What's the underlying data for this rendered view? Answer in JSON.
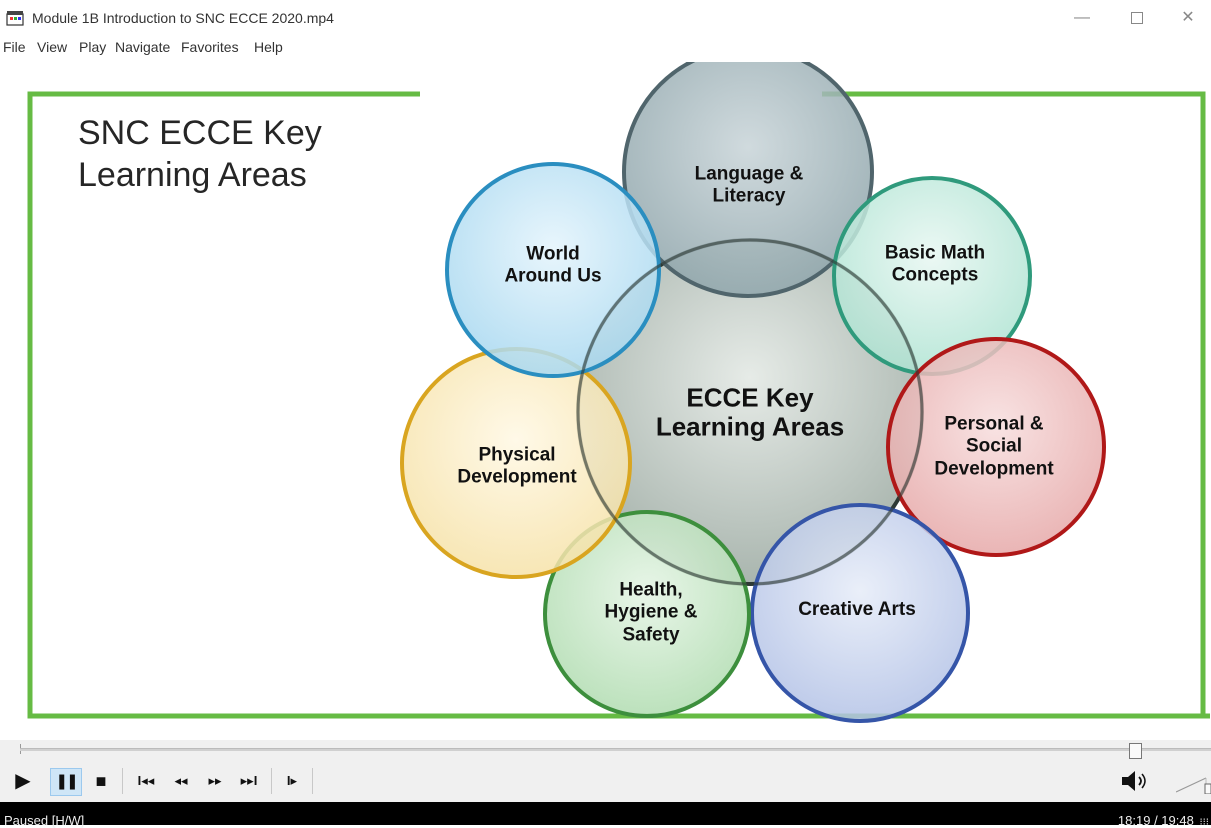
{
  "window": {
    "title": "Module 1B Introduction to SNC ECCE 2020.mp4",
    "app_icon": "film-clapper-icon",
    "controls": {
      "minimize": "—",
      "maximize": "☐",
      "close": "✕"
    }
  },
  "menu": [
    "File",
    "View",
    "Play",
    "Navigate",
    "Favorites",
    "Help"
  ],
  "slide": {
    "title_line1": "SNC ECCE Key",
    "title_line2": "Learning Areas",
    "frame_color": "#66bb44",
    "center": {
      "label": "ECCE Key\nLearning Areas",
      "color": "#8a9a90"
    },
    "areas": [
      {
        "label": "Language &\nLiteracy",
        "color": "#708890"
      },
      {
        "label": "Basic Math\nConcepts",
        "color": "#44bb99"
      },
      {
        "label": "Personal &\nSocial\nDevelopment",
        "color": "#cc2222"
      },
      {
        "label": "Creative Arts",
        "color": "#4466bb"
      },
      {
        "label": "Health,\nHygiene &\nSafety",
        "color": "#55aa55"
      },
      {
        "label": "Physical\nDevelopment",
        "color": "#eebb33"
      },
      {
        "label": "World\nAround Us",
        "color": "#44aadd"
      }
    ]
  },
  "player": {
    "buttons": {
      "play": "▶",
      "pause": "❚❚",
      "stop": "■",
      "prev": "I◂◂",
      "rewind": "◂◂",
      "forward": "▸▸",
      "next": "▸▸I",
      "frame_step": "I▸"
    },
    "seek_position": 0.9359,
    "volume_icon": "speaker-icon"
  },
  "status": {
    "state": "Paused [H/W]",
    "time": "18:19 / 19:48",
    "extra": "⁝⁝⁝"
  }
}
